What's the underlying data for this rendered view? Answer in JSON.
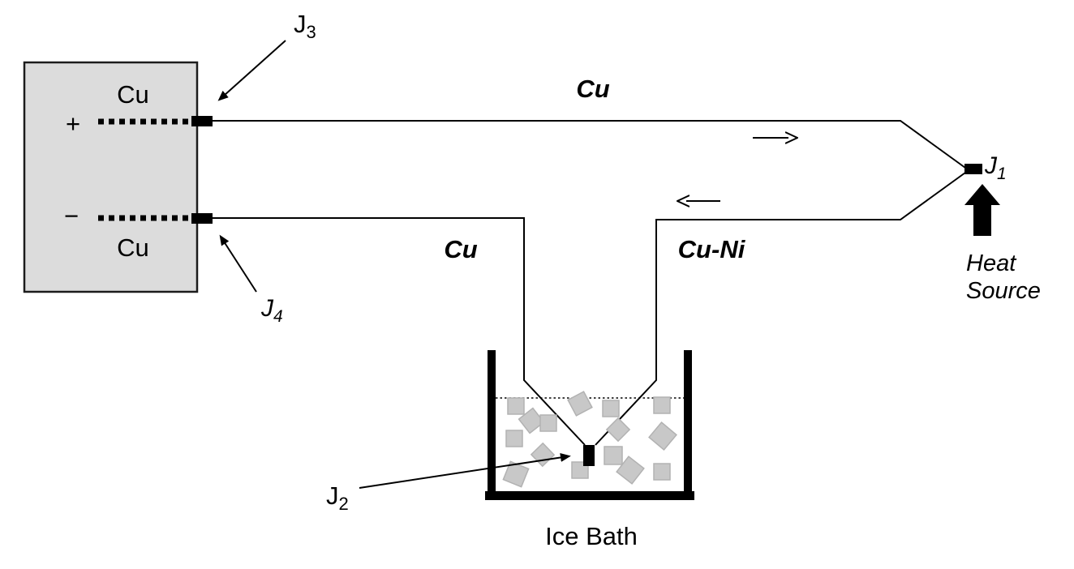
{
  "meter": {
    "plus_label": "+",
    "minus_label": "−",
    "top_lead_label": "Cu",
    "bottom_lead_label": "Cu"
  },
  "wires": {
    "top_label": "Cu",
    "bottom_left_label": "Cu",
    "bottom_right_label": "Cu-Ni"
  },
  "junctions": {
    "j1": {
      "main": "J",
      "sub": "1"
    },
    "j2": {
      "main": "J",
      "sub": "2"
    },
    "j3": {
      "main": "J",
      "sub": "3"
    },
    "j4": {
      "main": "J",
      "sub": "4"
    }
  },
  "heat_source": {
    "line1": "Heat",
    "line2": "Source"
  },
  "ice_bath": {
    "label": "Ice Bath"
  },
  "colors": {
    "meter_box_fill": "#dcdcdc",
    "line_color": "#000000",
    "ice_cube_fill": "#c8c8c8",
    "background": "#ffffff"
  }
}
